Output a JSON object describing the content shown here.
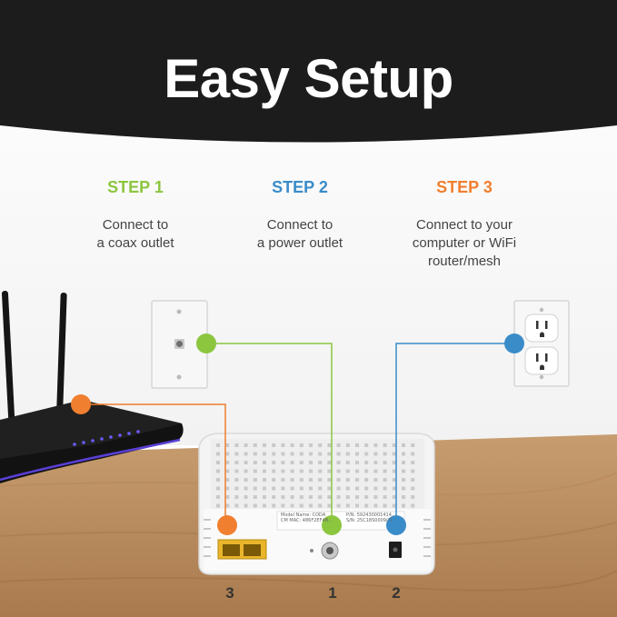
{
  "title": "Easy Setup",
  "colors": {
    "step1": "#8cc63f",
    "step2": "#3a8cc9",
    "step3": "#f07f2f",
    "header_bg": "#1c1c1c",
    "table": "#b98a5e"
  },
  "steps": [
    {
      "heading": "STEP 1",
      "description": "Connect to\na coax outlet"
    },
    {
      "heading": "STEP 2",
      "description": "Connect to\na power outlet"
    },
    {
      "heading": "STEP 3",
      "description": "Connect to your\ncomputer or WiFi\nrouter/mesh"
    }
  ],
  "port_numbers": [
    "3",
    "1",
    "2"
  ],
  "device_label": {
    "model": "Model Name: CODA",
    "cm_mac": "CM MAC: 486F2EF4B...",
    "pn": "P/N: 592430001414...",
    "sn": "S/N: 25C18S0009(?)"
  }
}
